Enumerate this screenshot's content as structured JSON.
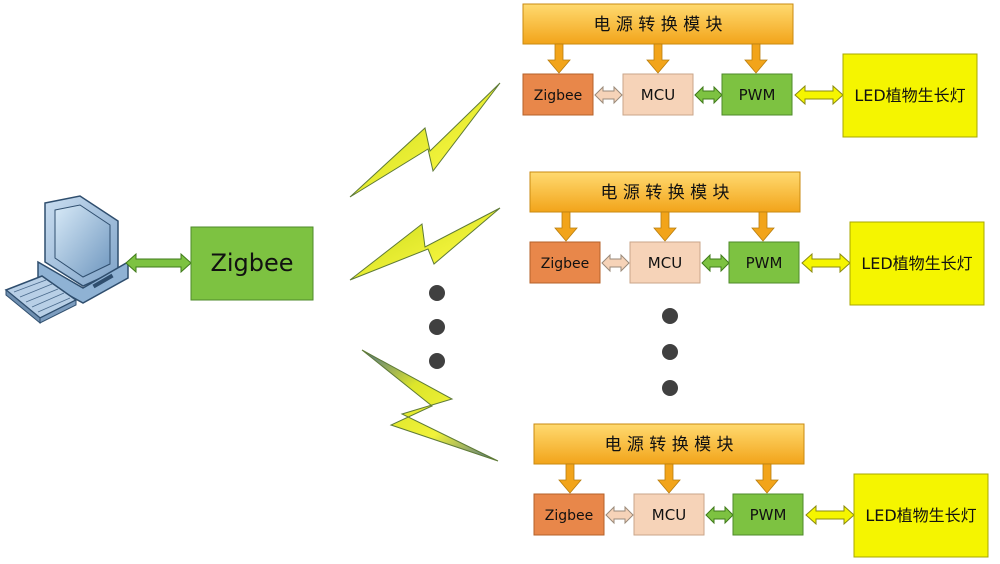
{
  "central": {
    "computer_icon": "desktop-computer-icon",
    "zigbee_label": "Zigbee"
  },
  "wireless_icon": "lightning-bolt-icon",
  "ellipsis": "•",
  "node_labels": {
    "power": "电 源 转 换 模 块",
    "zigbee": "Zigbee",
    "mcu": "MCU",
    "pwm": "PWM",
    "led": "LED植物生长灯"
  },
  "colors": {
    "power_top": "#FFD86B",
    "power_bottom": "#F3A81B",
    "zigbee_node": "#E8874A",
    "mcu": "#F6D3B8",
    "pwm": "#7DC241",
    "led": "#F5F500",
    "central_zigbee": "#7DC241",
    "bolt": "#DDE62A",
    "arrow_green": "#7DC241",
    "arrow_yellow": "#F5F500",
    "dot": "#404040"
  }
}
